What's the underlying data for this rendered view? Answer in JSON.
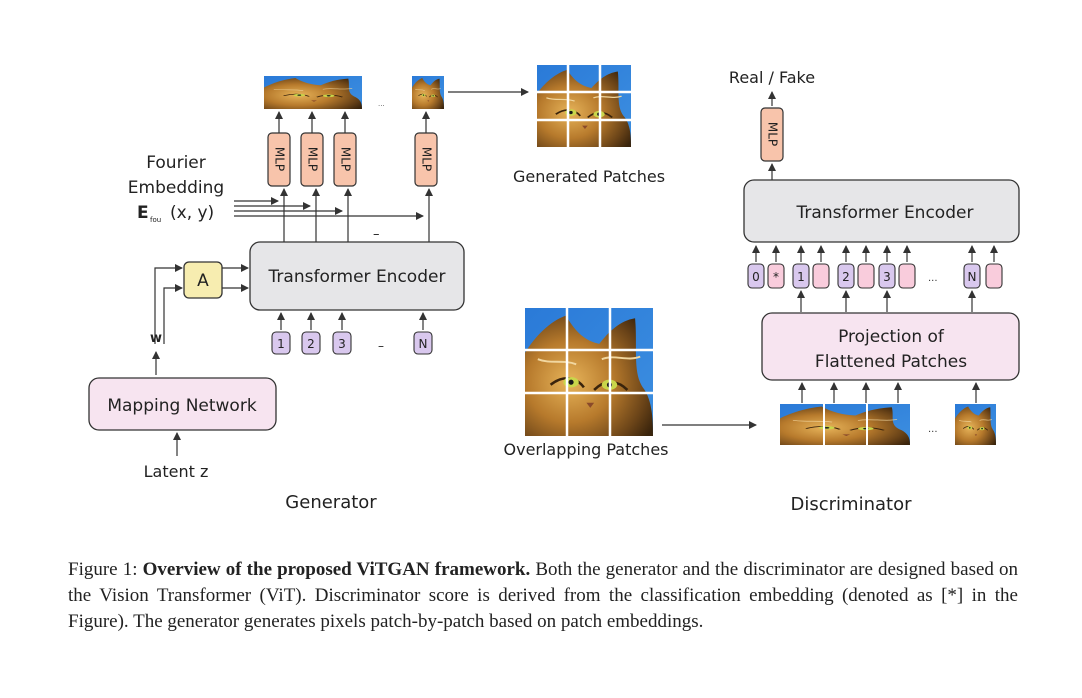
{
  "generator": {
    "fourier_line1": "Fourier",
    "fourier_line2": "Embedding",
    "fourier_line3": "E",
    "fourier_sub": "fou",
    "fourier_args": "(x, y)",
    "mlp_label": "MLP",
    "encoder_label": "Transformer Encoder",
    "affine_label": "A",
    "w_label": "w",
    "mapping_label": "Mapping  Network",
    "latent_label": "Latent z",
    "tokens": [
      "1",
      "2",
      "3",
      "N"
    ],
    "ellipsis": "...",
    "dash": "–",
    "caption": "Generator"
  },
  "generated_patches_label": "Generated Patches",
  "overlapping_patches_label": "Overlapping Patches",
  "discriminator": {
    "real_fake_label": "Real / Fake",
    "mlp_label": "MLP",
    "encoder_label": "Transformer Encoder",
    "projection_line1": "Projection of",
    "projection_line2": "Flattened Patches",
    "tokens": [
      "0",
      "*",
      "1",
      "2",
      "3",
      "N"
    ],
    "ellipsis": "...",
    "caption": "Discriminator"
  },
  "caption": {
    "prefix": "Figure 1: ",
    "bold": "Overview of the proposed ViTGAN framework.",
    "text": " Both the generator and the discriminator are designed based on the Vision Transformer (ViT). Discriminator score is derived from the classification embedding (denoted as [*] in the Figure). The generator generates pixels patch-by-patch based on patch embeddings."
  },
  "colors": {
    "encoder_fill": "#e6e6e8",
    "mapping_fill": "#f7e4f0",
    "affine_fill": "#f7edb0",
    "mlp_fill": "#f8c4ab",
    "token_purple": "#d9c8ee",
    "token_pink": "#f9ccdc",
    "image_sky": "#2f7fd6",
    "image_cat": "#c98f3b"
  }
}
